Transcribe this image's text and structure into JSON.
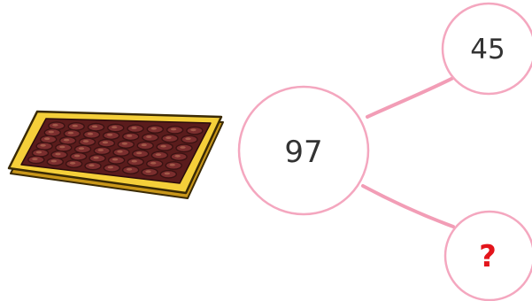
{
  "number_bond": {
    "whole": "97",
    "part_known": "45",
    "part_unknown": "?"
  },
  "colors": {
    "circle_stroke": "#f4a7bf",
    "link_stroke": "#f29db6",
    "number_text": "#333333",
    "question_mark": "#e3141b",
    "tray_gold": "#f5cf3a",
    "tray_edge": "#b8860b",
    "cookie": "#7b2e2e",
    "cookie_dark": "#3a1212"
  },
  "illustration": {
    "subject": "tray-of-cookies"
  }
}
